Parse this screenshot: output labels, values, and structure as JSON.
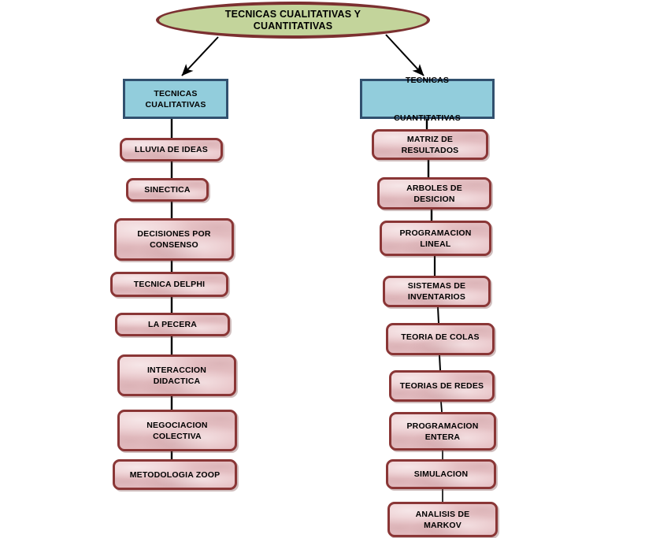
{
  "diagram": {
    "title": "TECNICAS CUALITATIVAS Y CUANTITATIVAS",
    "root": {
      "label": "TECNICAS CUALITATIVAS Y\nCUANTITATIVAS",
      "shape": "ellipse",
      "fill": "#c3d49b",
      "stroke": "#7b3030"
    },
    "colors": {
      "ellipse_fill": "#c3d49b",
      "ellipse_stroke": "#7b3030",
      "header_fill": "#92cddc",
      "header_stroke": "#31506e",
      "node_fill": "#edc9cd",
      "node_stroke": "#8a3636",
      "connector": "#000000",
      "background": "#ffffff",
      "text": "#000000"
    },
    "branches": [
      {
        "header": {
          "label": "TECNICAS\nCUALITATIVAS",
          "shape": "rectangle"
        },
        "nodes": [
          {
            "label": "LLUVIA DE IDEAS"
          },
          {
            "label": "SINECTICA"
          },
          {
            "label": "DECISIONES POR\nCONSENSO"
          },
          {
            "label": "TECNICA DELPHI"
          },
          {
            "label": "LA PECERA"
          },
          {
            "label": "INTERACCION\nDIDACTICA"
          },
          {
            "label": "NEGOCIACION\nCOLECTIVA"
          },
          {
            "label": "METODOLOGIA ZOOP"
          }
        ]
      },
      {
        "header": {
          "label": "TECNICAS\n\nCUANTITATIVAS",
          "shape": "rectangle"
        },
        "nodes": [
          {
            "label": "MATRIZ DE\nRESULTADOS"
          },
          {
            "label": "ARBOLES DE\nDESICION"
          },
          {
            "label": "PROGRAMACION\nLINEAL"
          },
          {
            "label": "SISTEMAS DE\nINVENTARIOS"
          },
          {
            "label": "TEORIA DE COLAS"
          },
          {
            "label": "TEORIAS DE REDES"
          },
          {
            "label": "PROGRAMACION\nENTERA"
          },
          {
            "label": "SIMULACION"
          },
          {
            "label": "ANALISIS DE\nMARKOV"
          }
        ]
      }
    ]
  }
}
